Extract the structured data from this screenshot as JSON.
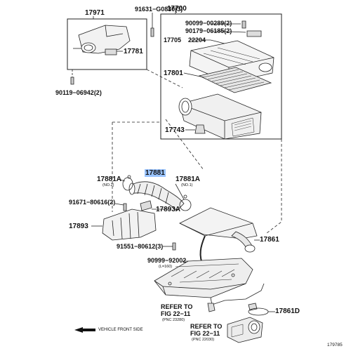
{
  "part_labels": {
    "p17971": "17971",
    "p91631": "91631−G0830(3)",
    "p17700": "17700",
    "p90099a": "90099−00289(2)",
    "p90179": "90179−06185(2)",
    "p17705": "17705",
    "p22204": "22204",
    "p17781": "17781",
    "p90119": "90119−06942(2)",
    "p17801": "17801",
    "p17743": "17743",
    "p17881_center": "17881",
    "p17881a_left": "17881A",
    "p17881a_left_sub": "(NO.2)",
    "p17881a_right": "17881A",
    "p17881a_right_sub": "(NO.1)",
    "p91671": "91671−80616(2)",
    "p17893a": "17893A",
    "p17893": "17893",
    "p17861": "17861",
    "p91551": "91551−80612(3)",
    "p90999": "90999−92002",
    "p90999_sub": "(L=160)",
    "p17861d": "17861D"
  },
  "references": {
    "ref1_line1": "REFER TO",
    "ref1_line2": "FIG 22−11",
    "ref1_line3": "(PNC 23280)",
    "ref2_line1": "REFER TO",
    "ref2_line2": "FIG 22−11",
    "ref2_line3": "(PNC 22030)"
  },
  "vehicle_front": "VEHICLE FRONT SIDE",
  "diagram_id": "179785",
  "highlight_color": "#9ac4ff"
}
